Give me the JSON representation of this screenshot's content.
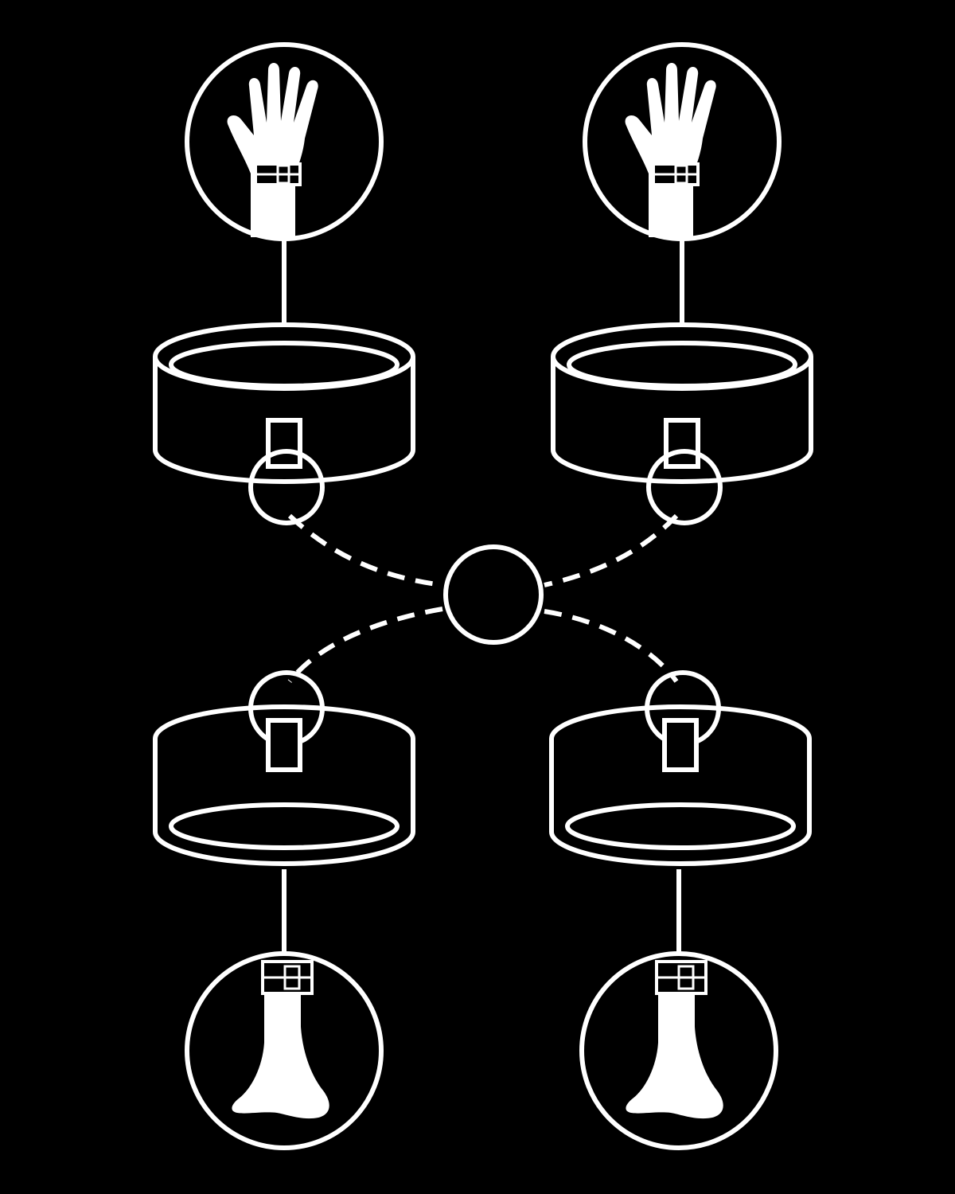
{
  "colors": {
    "background": "#000000",
    "line": "#ffffff"
  },
  "icons": [
    "wrist-cuff-hand-icon",
    "ankle-cuff-foot-icon",
    "cuff-icon",
    "o-ring-icon",
    "center-ring-icon"
  ],
  "nodes": {
    "top": [
      "left-wrist",
      "right-wrist"
    ],
    "bottom": [
      "left-ankle",
      "right-ankle"
    ]
  }
}
